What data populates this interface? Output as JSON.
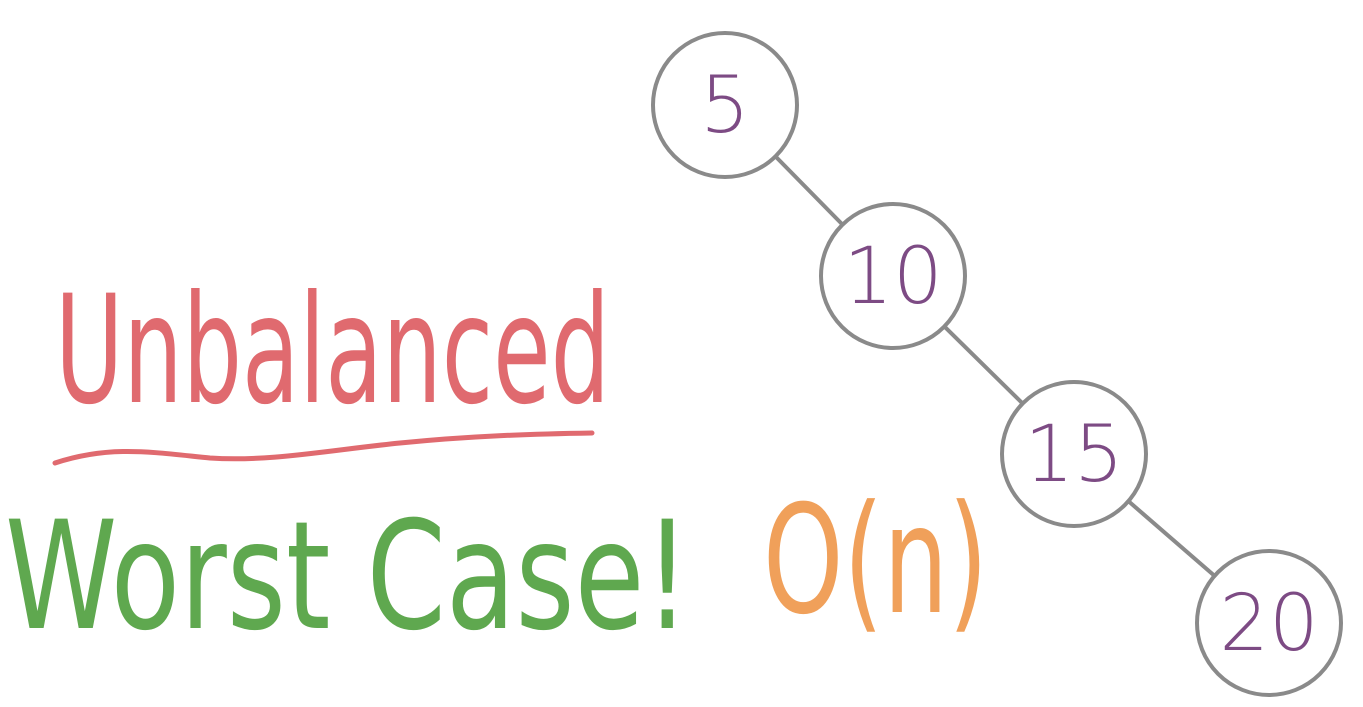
{
  "labels": {
    "title": "Unbalanced",
    "worst_case": "Worst Case!",
    "complexity": "O(n)"
  },
  "tree": {
    "nodes": [
      {
        "id": "n5",
        "value": "5"
      },
      {
        "id": "n10",
        "value": "10"
      },
      {
        "id": "n15",
        "value": "15"
      },
      {
        "id": "n20",
        "value": "20"
      }
    ],
    "edges": [
      {
        "from": "n5",
        "to": "n10"
      },
      {
        "from": "n10",
        "to": "n15"
      },
      {
        "from": "n15",
        "to": "n20"
      }
    ]
  },
  "colors": {
    "title": "#e06a6f",
    "underline": "#e06a6f",
    "worst_case": "#5fa84f",
    "complexity": "#f0a05a",
    "node_stroke": "#8a8a8a",
    "node_text": "#7d4b84",
    "edge": "#8a8a8a"
  }
}
